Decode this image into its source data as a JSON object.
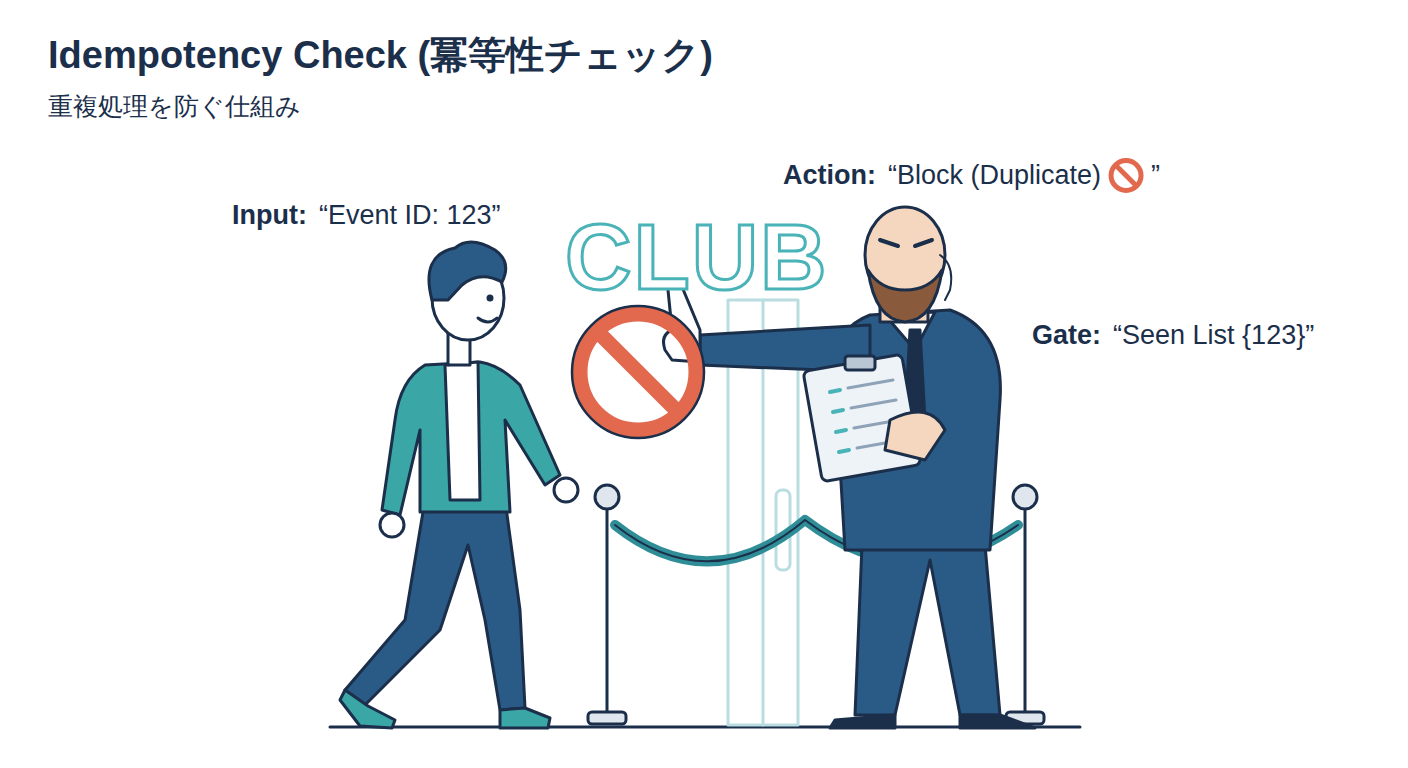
{
  "diagram": {
    "title": "Idempotency Check (冪等性チェック)",
    "caption": "重複処理を防ぐ仕組み",
    "labels": [
      "Input:",
      "“Event ID: 123”",
      "CLUB",
      "Action:",
      "“Block (Duplicate)",
      "”",
      "Gate:",
      "“Seen List {123}”"
    ]
  }
}
